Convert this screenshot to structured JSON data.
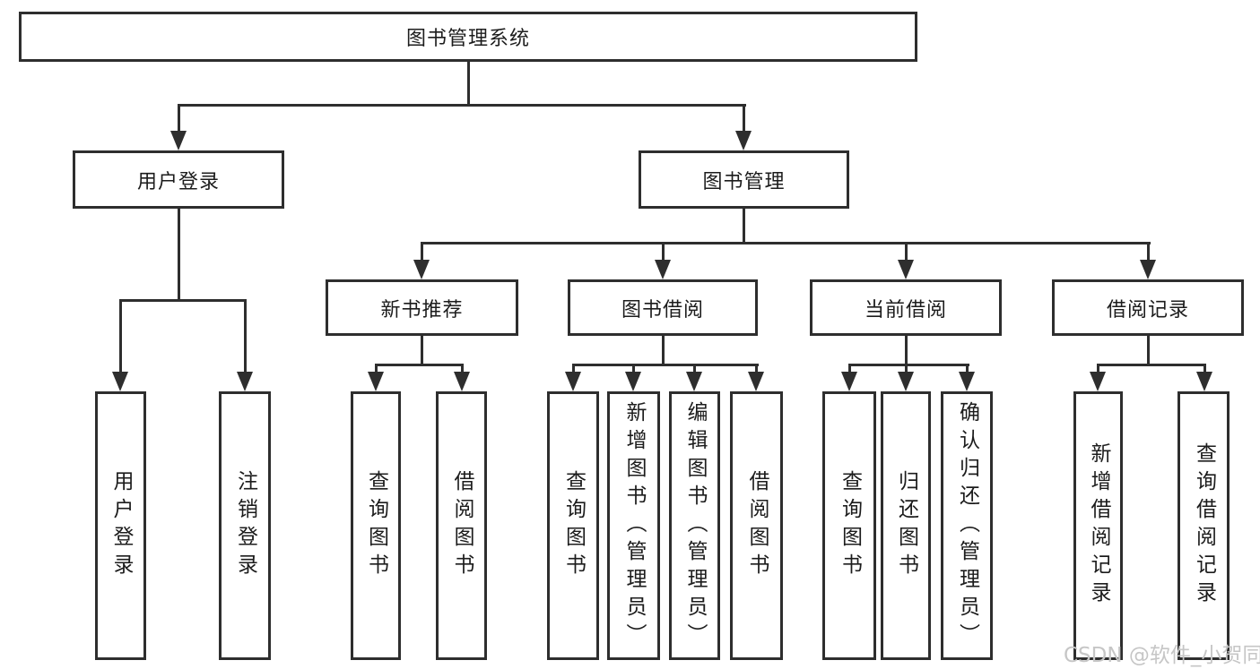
{
  "diagram_title": "图书管理系统",
  "watermark": "CSDN @软件_小贺同学",
  "colors": {
    "line": "#2e2e2e",
    "box_border": "#2e2e2e",
    "text": "#1c1c1c",
    "watermark": "#c6c6c6",
    "background": "#ffffff"
  },
  "tree": {
    "root": {
      "label": "图书管理系统",
      "children": [
        {
          "label": "用户登录",
          "children": [
            {
              "label": "用户登录"
            },
            {
              "label": "注销登录"
            }
          ]
        },
        {
          "label": "图书管理",
          "children": [
            {
              "label": "新书推荐",
              "children": [
                {
                  "label": "查询图书"
                },
                {
                  "label": "借阅图书"
                }
              ]
            },
            {
              "label": "图书借阅",
              "children": [
                {
                  "label": "查询图书"
                },
                {
                  "label": "新增图书（管理员）"
                },
                {
                  "label": "编辑图书（管理员）"
                },
                {
                  "label": "借阅图书"
                }
              ]
            },
            {
              "label": "当前借阅",
              "children": [
                {
                  "label": "查询图书"
                },
                {
                  "label": "归还图书"
                },
                {
                  "label": "确认归还（管理员）"
                }
              ]
            },
            {
              "label": "借阅记录",
              "children": [
                {
                  "label": "新增借阅记录"
                },
                {
                  "label": "查询借阅记录"
                }
              ]
            }
          ]
        }
      ]
    }
  }
}
